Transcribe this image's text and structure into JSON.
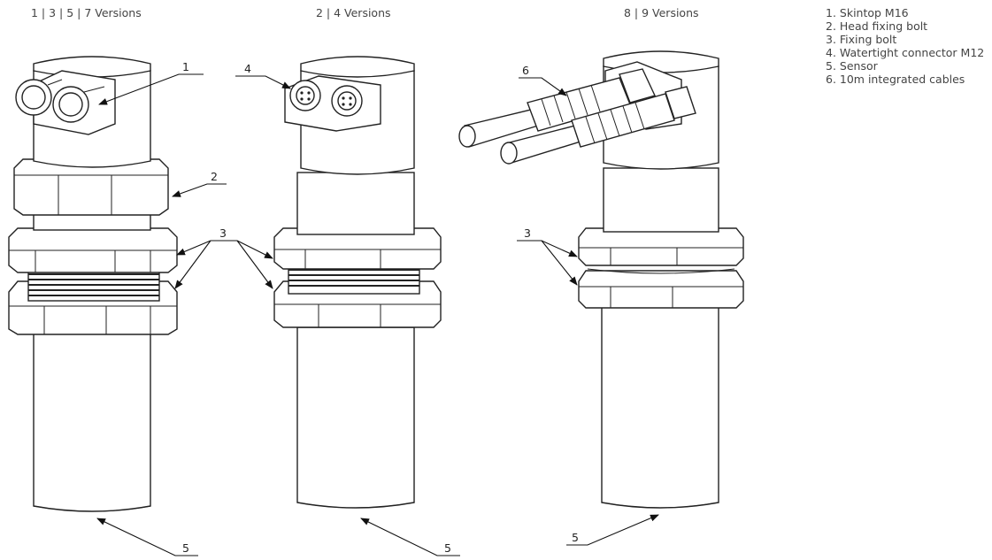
{
  "versions": [
    {
      "title": "1 | 3 | 5 | 7 Versions"
    },
    {
      "title": "2 | 4 Versions"
    },
    {
      "title": "8 | 9 Versions"
    }
  ],
  "legend": [
    "1. Skintop M16",
    "2. Head fixing bolt",
    "3. Fixing bolt",
    "4. Watertight connector M12",
    "5. Sensor",
    "6. 10m integrated cables"
  ],
  "callouts": {
    "skintop": "1",
    "head_bolt": "2",
    "fixing_bolt_a": "3",
    "connector": "4",
    "sensor_a": "5",
    "sensor_b": "5",
    "cables": "6",
    "fixing_bolt_c": "3",
    "sensor_c": "5"
  }
}
